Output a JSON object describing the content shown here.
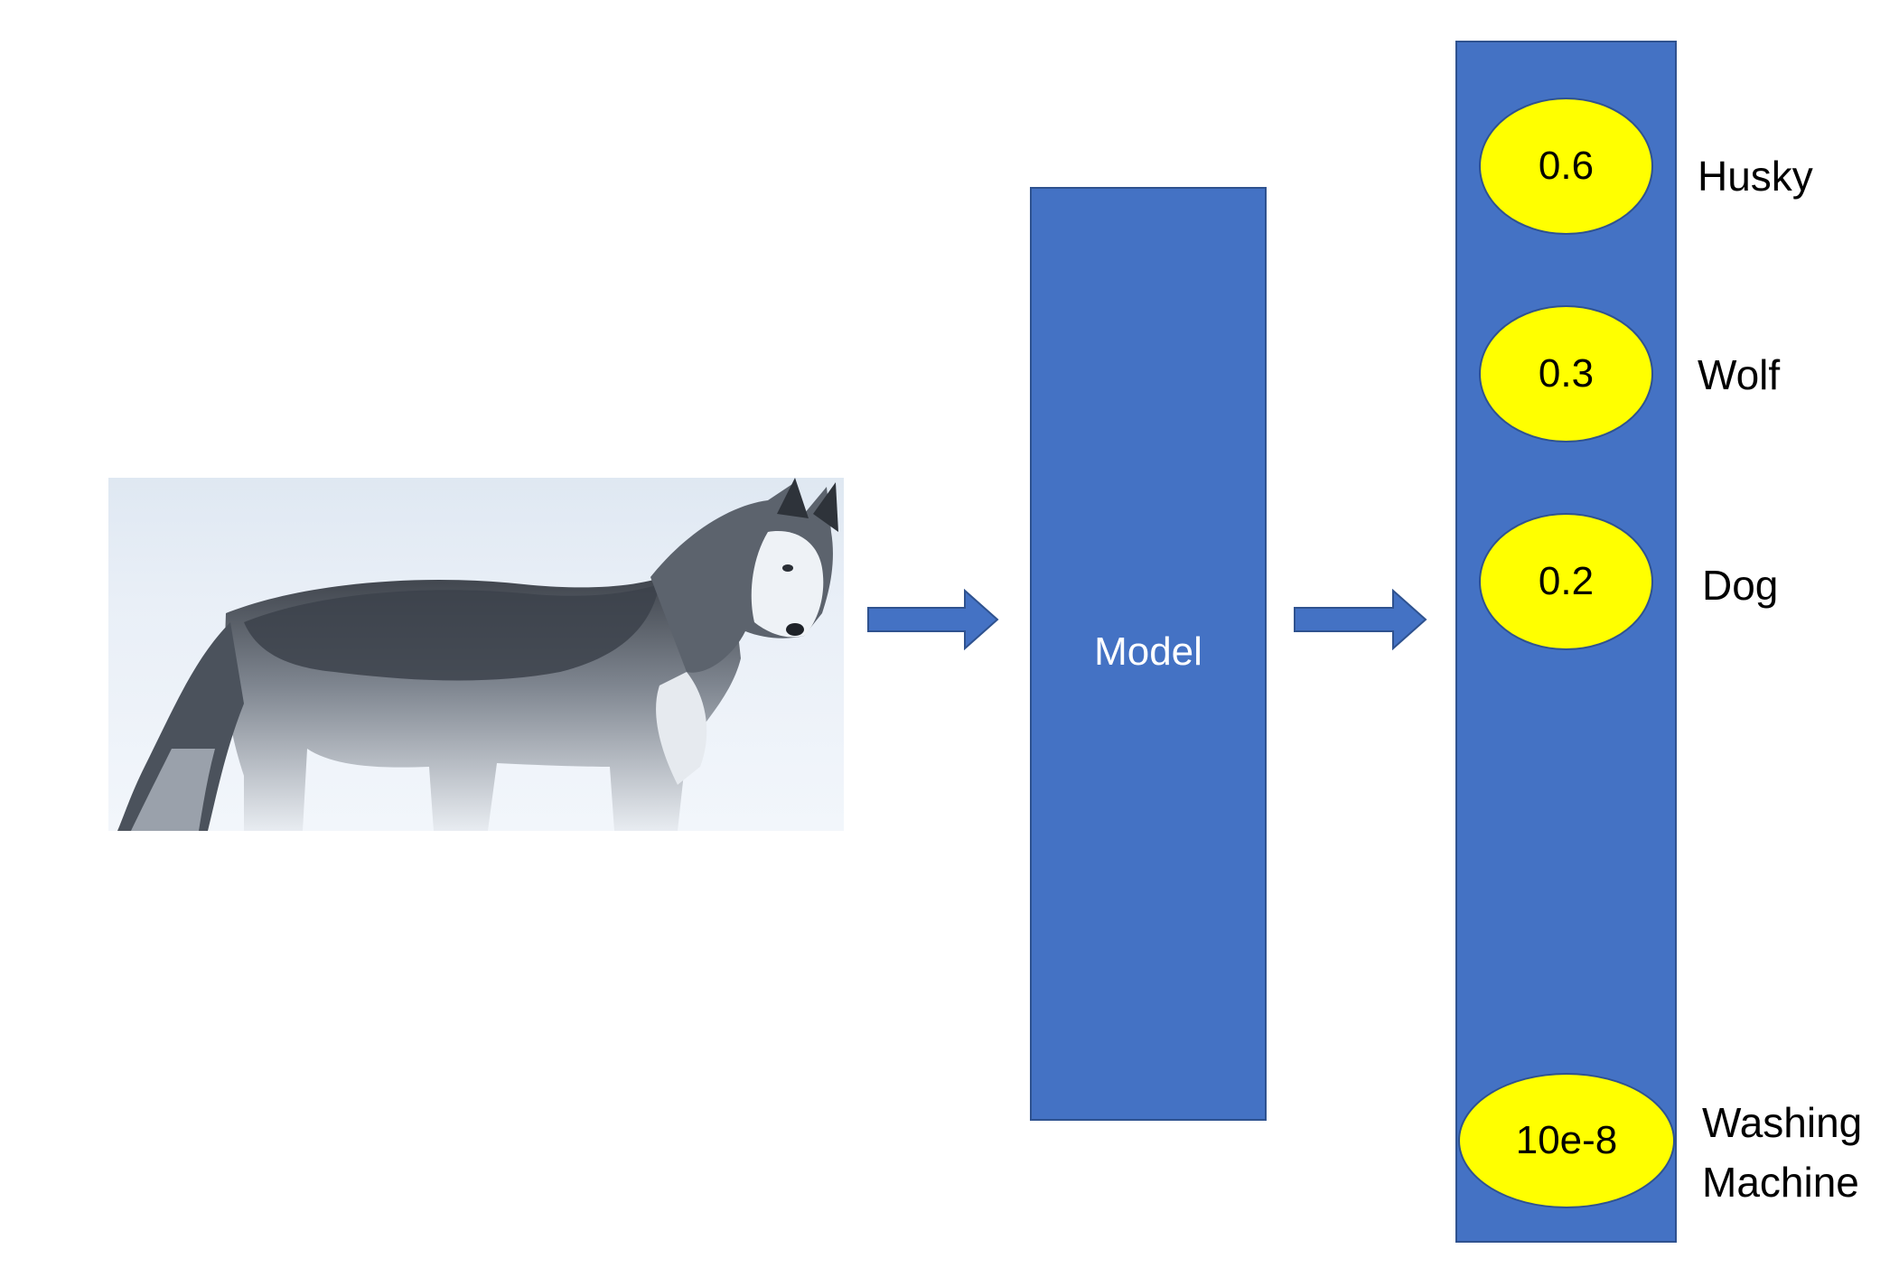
{
  "input": {
    "image_icon": "husky-photo"
  },
  "model": {
    "label": "Model"
  },
  "colors": {
    "block": "#4472c4",
    "block_border": "#2f528f",
    "probability_fill": "#ffff00"
  },
  "outputs": [
    {
      "probability": "0.6",
      "label": "Husky"
    },
    {
      "probability": "0.3",
      "label": "Wolf"
    },
    {
      "probability": "0.2",
      "label": "Dog"
    },
    {
      "probability": "10e-8",
      "label": "Washing Machine"
    }
  ]
}
